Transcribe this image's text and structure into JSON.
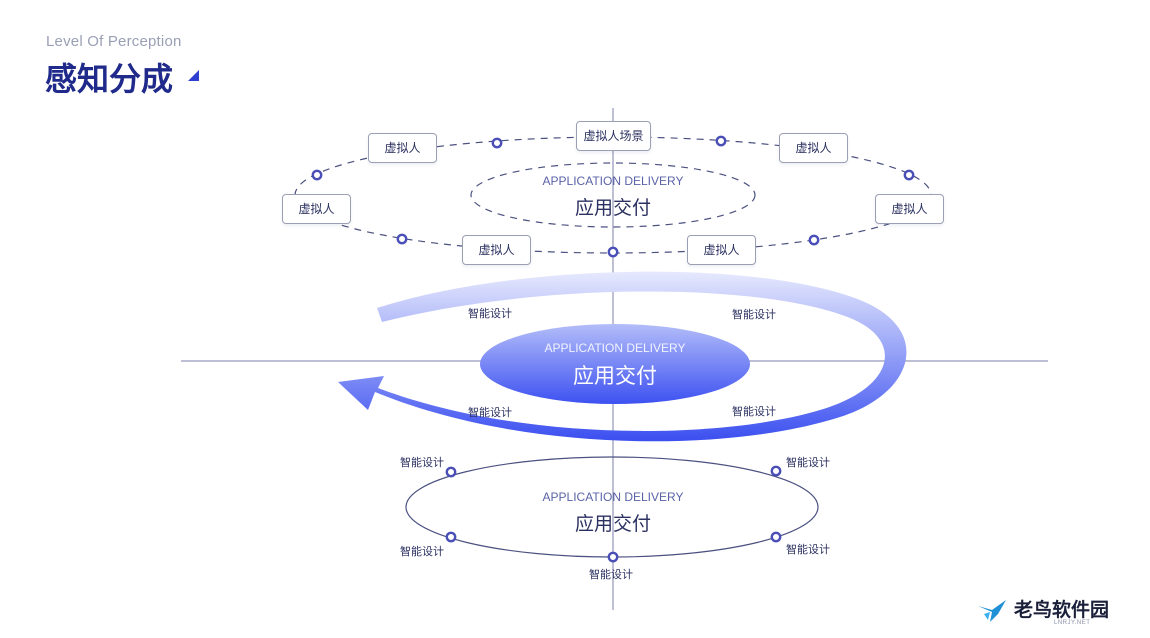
{
  "header": {
    "subtitle": "Level Of Perception",
    "title": "感知分成"
  },
  "top_ring": {
    "boxes": [
      "虚拟人场景",
      "虚拟人",
      "虚拟人",
      "虚拟人",
      "虚拟人",
      "虚拟人",
      "虚拟人"
    ],
    "center_en": "APPLICATION DELIVERY",
    "center_cn": "应用交付"
  },
  "middle": {
    "labels": [
      "智能设计",
      "智能设计",
      "智能设计",
      "智能设计"
    ],
    "center_en": "APPLICATION DELIVERY",
    "center_cn": "应用交付",
    "colors": {
      "accent": "#3b4ff0",
      "ellipse_light": "#8d9bf6",
      "ellipse_dark": "#3d51f1"
    }
  },
  "bottom_ring": {
    "labels": [
      "智能设计",
      "智能设计",
      "智能设计",
      "智能设计",
      "智能设计"
    ],
    "center_en": "APPLICATION DELIVERY",
    "center_cn": "应用交付"
  },
  "watermark": {
    "text": "老鸟软件园",
    "url": "LNRJY.NET"
  }
}
